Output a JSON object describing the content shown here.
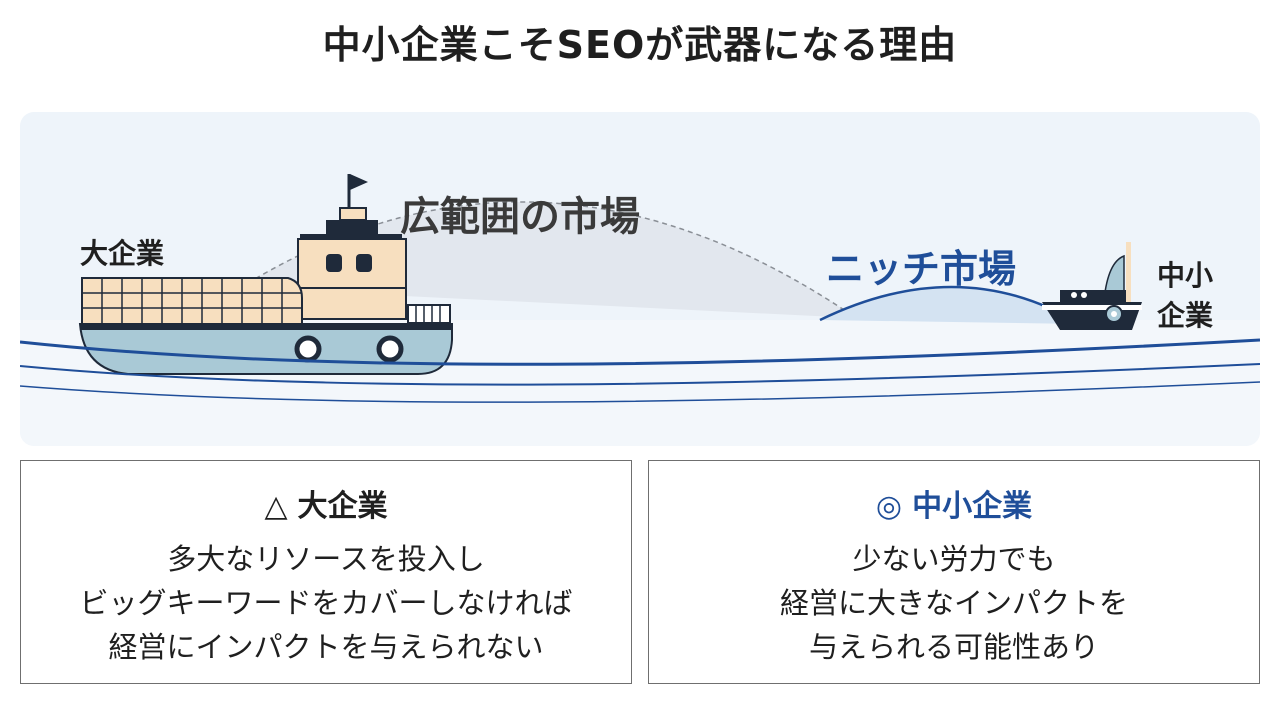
{
  "title": "中小企業こそSEOが武器になる理由",
  "scene": {
    "large_company_label": "大企業",
    "wide_market_label": "広範囲の市場",
    "niche_market_label": "ニッチ市場",
    "small_company_label": "中小企業"
  },
  "cards": {
    "large": {
      "symbol": "△",
      "heading": "大企業",
      "lines": [
        "多大なリソースを投入し",
        "ビッグキーワードをカバーしなければ",
        "経営にインパクトを与えられない"
      ]
    },
    "small": {
      "symbol": "◎",
      "heading": "中小企業",
      "lines": [
        "少ない労力でも",
        "経営に大きなインパクトを",
        "与えられる可能性あり"
      ]
    }
  },
  "colors": {
    "navy": "#1f4e99",
    "dark": "#1f2a3a",
    "cream": "#f7dfbf",
    "hull_blue": "#a9c9d6",
    "scene_bg": "#eef4fa",
    "wide_area": "#e3e8f0",
    "niche_area": "#d6e4f2"
  }
}
